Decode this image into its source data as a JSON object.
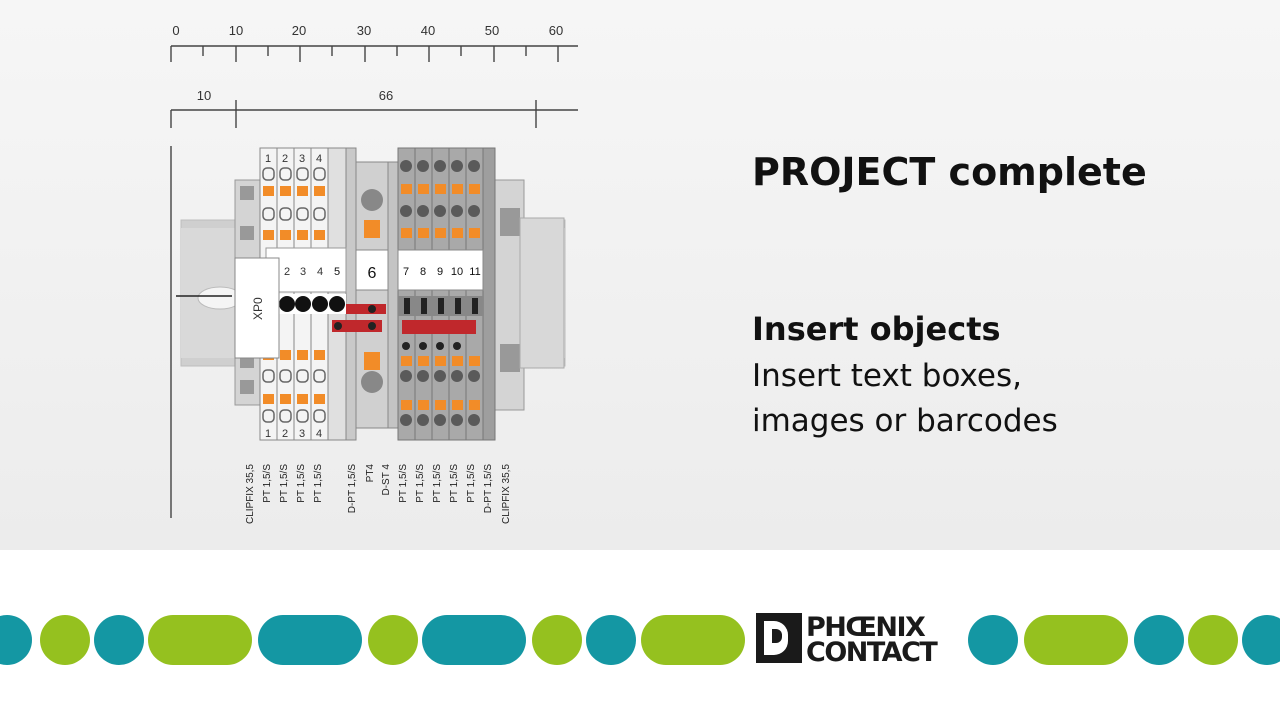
{
  "scale": {
    "ticks": [
      "0",
      "10",
      "20",
      "30",
      "40",
      "50",
      "60"
    ],
    "dim_left": "10",
    "dim_right": "66"
  },
  "assembly": {
    "marker_top": [
      "1",
      "2",
      "3",
      "4"
    ],
    "marker_mid": [
      "2",
      "3",
      "4",
      "5"
    ],
    "marker_6": "6",
    "marker_right": [
      "7",
      "8",
      "9",
      "10",
      "11"
    ],
    "marker_bottom": [
      "1",
      "2",
      "3",
      "4"
    ],
    "label_xp": "XP0",
    "parts": [
      "CLIPFIX 35,5",
      "PT 1,5/S",
      "PT 1,5/S",
      "PT 1,5/S",
      "PT 1,5/S",
      "D-PT 1,5/S",
      "PT4",
      "D-ST 4",
      "PT 1,5/S",
      "PT 1,5/S",
      "PT 1,5/S",
      "PT 1,5/S",
      "PT 1,5/S",
      "D-PT 1,5/S",
      "CLIPFIX 35,5"
    ]
  },
  "headline": "PROJECT complete",
  "feature": {
    "title": "Insert objects",
    "lines": [
      "Insert text boxes,",
      "images or barcodes"
    ]
  },
  "brand": {
    "line1": "PHŒNIX",
    "line2": "CONTACT",
    "colors": {
      "teal": "#1497a3",
      "green": "#95c11f",
      "orange": "#f28c28",
      "red": "#c0282c"
    }
  }
}
